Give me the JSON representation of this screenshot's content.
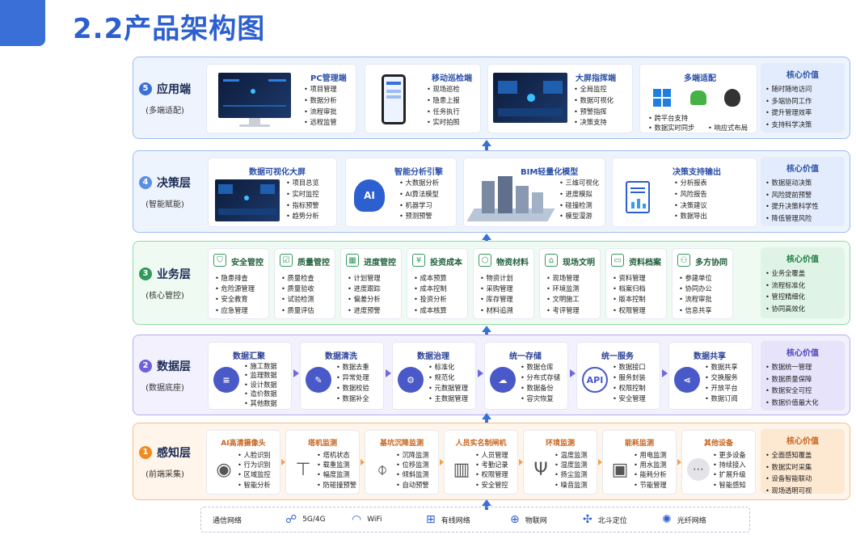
{
  "title": "2.2产品架构图",
  "colors": {
    "accent": "#3a6fd8",
    "blue_layer": "#5b8ee6",
    "green_layer": "#5fc98a",
    "purple_layer": "#8a7fe0",
    "orange_layer": "#f2a65a"
  },
  "layers": {
    "app": {
      "num": "5",
      "name": "应用端",
      "sub": "(多端适配)",
      "cards": [
        {
          "title": "PC管理端",
          "items": [
            "项目管理",
            "数据分析",
            "流程审批",
            "远程监管"
          ]
        },
        {
          "title": "移动巡检端",
          "items": [
            "现场巡检",
            "隐患上报",
            "任务执行",
            "实时拍照"
          ]
        },
        {
          "title": "大屏指挥端",
          "items": [
            "全局监控",
            "数据可视化",
            "预警指挥",
            "决策支持"
          ]
        },
        {
          "title": "多端适配",
          "items": [
            "跨平台支持",
            "数据实时同步",
            "响应式布局"
          ]
        }
      ],
      "value": {
        "title": "核心价值",
        "items": [
          "随时随地访问",
          "多端协同工作",
          "提升管理效率",
          "支持科学决策"
        ]
      }
    },
    "decision": {
      "num": "4",
      "name": "决策层",
      "sub": "(智能赋能)",
      "cards": [
        {
          "title": "数据可视化大屏",
          "items": [
            "项目总览",
            "实时监控",
            "指标预警",
            "趋势分析"
          ]
        },
        {
          "title": "智能分析引擎",
          "items": [
            "大数据分析",
            "AI算法模型",
            "机器学习",
            "预测预警"
          ]
        },
        {
          "title": "BIM轻量化模型",
          "items": [
            "三维可视化",
            "进度模拟",
            "碰撞检测",
            "模型漫游"
          ]
        },
        {
          "title": "决策支持输出",
          "items": [
            "分析报表",
            "风险报告",
            "决策建议",
            "数据导出"
          ]
        }
      ],
      "value": {
        "title": "核心价值",
        "items": [
          "数据驱动决策",
          "风险提前预警",
          "提升决策科学性",
          "降低管理风险"
        ]
      }
    },
    "business": {
      "num": "3",
      "name": "业务层",
      "sub": "(核心管控)",
      "cards": [
        {
          "title": "安全管控",
          "items": [
            "隐患排查",
            "危险源管理",
            "安全教育",
            "应急管理"
          ]
        },
        {
          "title": "质量管控",
          "items": [
            "质量检查",
            "质量验收",
            "试验检测",
            "质量评估"
          ]
        },
        {
          "title": "进度管控",
          "items": [
            "计划管理",
            "进度跟踪",
            "偏差分析",
            "进度预警"
          ]
        },
        {
          "title": "投资成本",
          "items": [
            "成本预算",
            "成本控制",
            "投资分析",
            "成本核算"
          ]
        },
        {
          "title": "物资材料",
          "items": [
            "物资计划",
            "采购管理",
            "库存管理",
            "材料追溯"
          ]
        },
        {
          "title": "现场文明",
          "items": [
            "现场管理",
            "环境监测",
            "文明施工",
            "考评管理"
          ]
        },
        {
          "title": "资料档案",
          "items": [
            "资料管理",
            "档案归档",
            "版本控制",
            "权限管理"
          ]
        },
        {
          "title": "多方协同",
          "items": [
            "参建单位",
            "协同办公",
            "流程审批",
            "信息共享"
          ]
        }
      ],
      "value": {
        "title": "核心价值",
        "items": [
          "业务全覆盖",
          "流程标准化",
          "管控精细化",
          "协同高效化"
        ]
      }
    },
    "data": {
      "num": "2",
      "name": "数据层",
      "sub": "(数据底座)",
      "cards": [
        {
          "title": "数据汇聚",
          "items": [
            "施工数据",
            "监理数据",
            "设计数据",
            "造价数据",
            "其他数据"
          ]
        },
        {
          "title": "数据清洗",
          "items": [
            "数据去重",
            "异常处理",
            "数据校验",
            "数据补全"
          ]
        },
        {
          "title": "数据治理",
          "items": [
            "标准化",
            "规范化",
            "元数据管理",
            "主数据管理"
          ]
        },
        {
          "title": "统一存储",
          "items": [
            "数据仓库",
            "分布式存储",
            "数据备份",
            "容灾恢复"
          ]
        },
        {
          "title": "统一服务",
          "items": [
            "数据接口",
            "服务封装",
            "权限控制",
            "安全管理"
          ]
        },
        {
          "title": "数据共享",
          "items": [
            "数据共享",
            "交换服务",
            "开放平台",
            "数据订阅"
          ]
        }
      ],
      "api_label": "API",
      "value": {
        "title": "核心价值",
        "items": [
          "数据统一管理",
          "数据质量保障",
          "数据安全可控",
          "数据价值最大化"
        ]
      }
    },
    "perception": {
      "num": "1",
      "name": "感知层",
      "sub": "(前端采集)",
      "cards": [
        {
          "title": "AI高清摄像头",
          "items": [
            "人脸识别",
            "行为识别",
            "区域监控",
            "智能分析"
          ]
        },
        {
          "title": "塔机监测",
          "items": [
            "塔机状态",
            "载重监测",
            "幅度监测",
            "防碰撞预警"
          ]
        },
        {
          "title": "基坑沉降监测",
          "items": [
            "沉降监测",
            "位移监测",
            "倾斜监测",
            "自动预警"
          ]
        },
        {
          "title": "人员实名制闸机",
          "items": [
            "人员管理",
            "考勤记录",
            "权限管理",
            "安全管控"
          ]
        },
        {
          "title": "环境监测",
          "items": [
            "温度监测",
            "湿度监测",
            "扬尘监测",
            "噪音监测"
          ]
        },
        {
          "title": "能耗监测",
          "items": [
            "用电监测",
            "用水监测",
            "能耗分析",
            "节能管理"
          ]
        },
        {
          "title": "其他设备",
          "items": [
            "更多设备",
            "持续接入",
            "扩展升级",
            "智能感知"
          ]
        }
      ],
      "value": {
        "title": "核心价值",
        "items": [
          "全面感知覆盖",
          "数据实时采集",
          "设备智能联动",
          "现场透明可视"
        ]
      }
    }
  },
  "network": {
    "label": "通信网络",
    "items": [
      {
        "label": "5G/4G",
        "icon": "network-hub-icon"
      },
      {
        "label": "WiFi",
        "icon": "wifi-icon"
      },
      {
        "label": "有线网络",
        "icon": "wired-network-icon"
      },
      {
        "label": "物联网",
        "icon": "globe-icon"
      },
      {
        "label": "北斗定位",
        "icon": "satellite-icon"
      },
      {
        "label": "光纤网络",
        "icon": "fiber-icon"
      }
    ]
  }
}
